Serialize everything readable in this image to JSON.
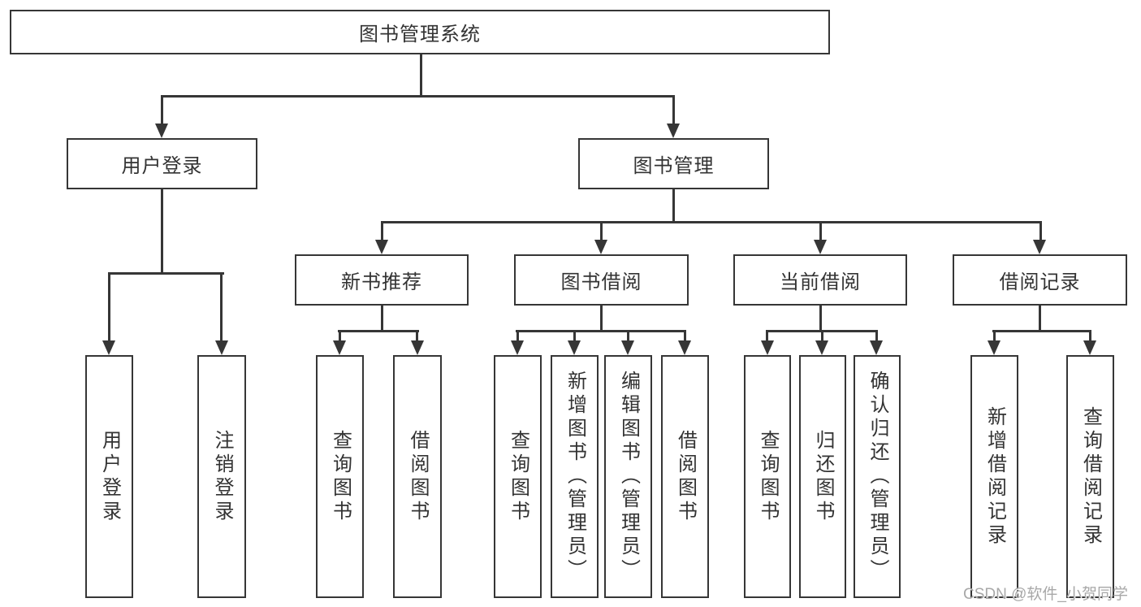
{
  "diagram": {
    "root": {
      "label": "图书管理系统"
    },
    "branches": [
      {
        "label": "用户登录",
        "children": [
          {
            "label": "用户登录"
          },
          {
            "label": "注销登录"
          }
        ]
      },
      {
        "label": "图书管理",
        "children": [
          {
            "label": "新书推荐",
            "children": [
              {
                "label": "查询图书"
              },
              {
                "label": "借阅图书"
              }
            ]
          },
          {
            "label": "图书借阅",
            "children": [
              {
                "label": "查询图书"
              },
              {
                "label": "新增图书（管理员）"
              },
              {
                "label": "编辑图书（管理员）"
              },
              {
                "label": "借阅图书"
              }
            ]
          },
          {
            "label": "当前借阅",
            "children": [
              {
                "label": "查询图书"
              },
              {
                "label": "归还图书"
              },
              {
                "label": "确认归还（管理员）"
              }
            ]
          },
          {
            "label": "借阅记录",
            "children": [
              {
                "label": "新增借阅记录"
              },
              {
                "label": "查询借阅记录"
              }
            ]
          }
        ]
      }
    ]
  },
  "watermark": {
    "label": "CSDN @软件_小贺同学"
  },
  "colors": {
    "line": "#363636",
    "text": "#333333",
    "watermark": "#a8a8a8",
    "background": "#ffffff"
  }
}
